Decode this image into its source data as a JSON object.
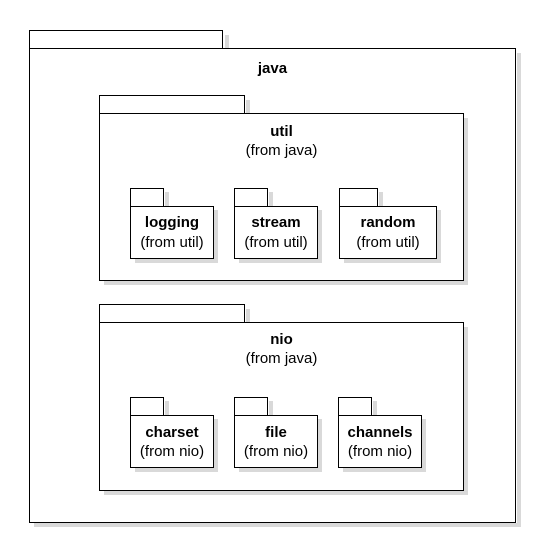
{
  "diagram": {
    "root": {
      "name": "java"
    },
    "groups": [
      {
        "name": "util",
        "from": "(from java)",
        "children": [
          {
            "name": "logging",
            "from": "(from util)"
          },
          {
            "name": "stream",
            "from": "(from util)"
          },
          {
            "name": "random",
            "from": "(from util)"
          }
        ]
      },
      {
        "name": "nio",
        "from": "(from java)",
        "children": [
          {
            "name": "charset",
            "from": "(from nio)"
          },
          {
            "name": "file",
            "from": "(from nio)"
          },
          {
            "name": "channels",
            "from": "(from nio)"
          }
        ]
      }
    ]
  }
}
